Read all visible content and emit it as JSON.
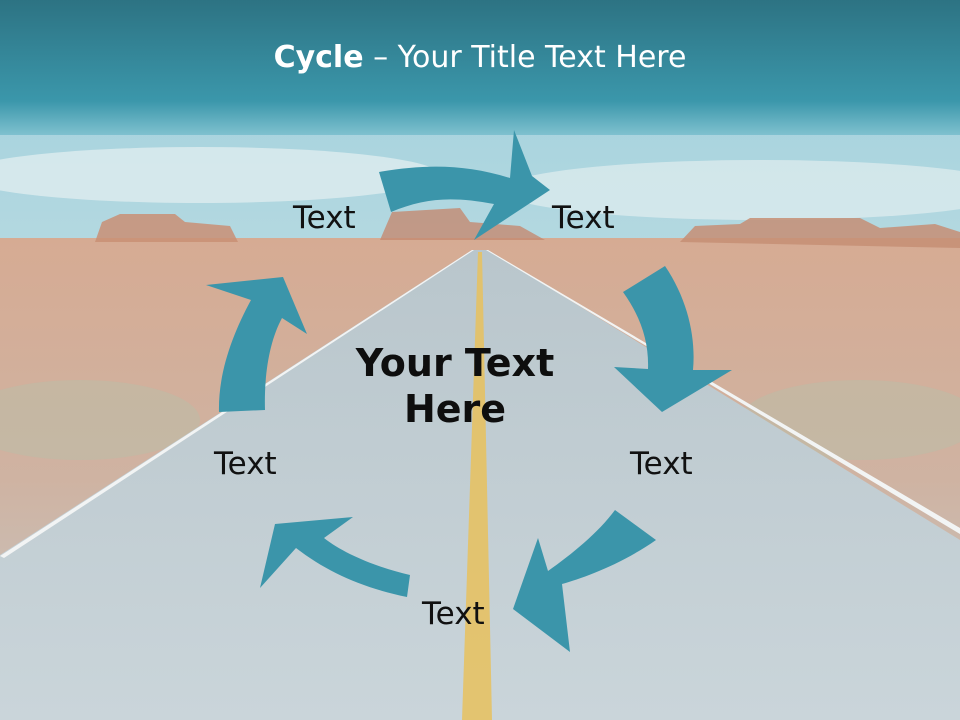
{
  "slide": {
    "title_bold": "Cycle",
    "title_rest": " – Your Title Text Here",
    "center_line1": "Your Text",
    "center_line2": "Here",
    "labels": [
      "Text",
      "Text",
      "Text",
      "Text",
      "Text"
    ]
  },
  "colors": {
    "header_teal": "#2f7a8c",
    "arrow_teal": "#3a95aa",
    "sky": "#bfe3ea",
    "road": "#c9d3d9",
    "desert": "#d4a88f"
  },
  "icons": {
    "arrow": "curved-arrow-icon"
  }
}
